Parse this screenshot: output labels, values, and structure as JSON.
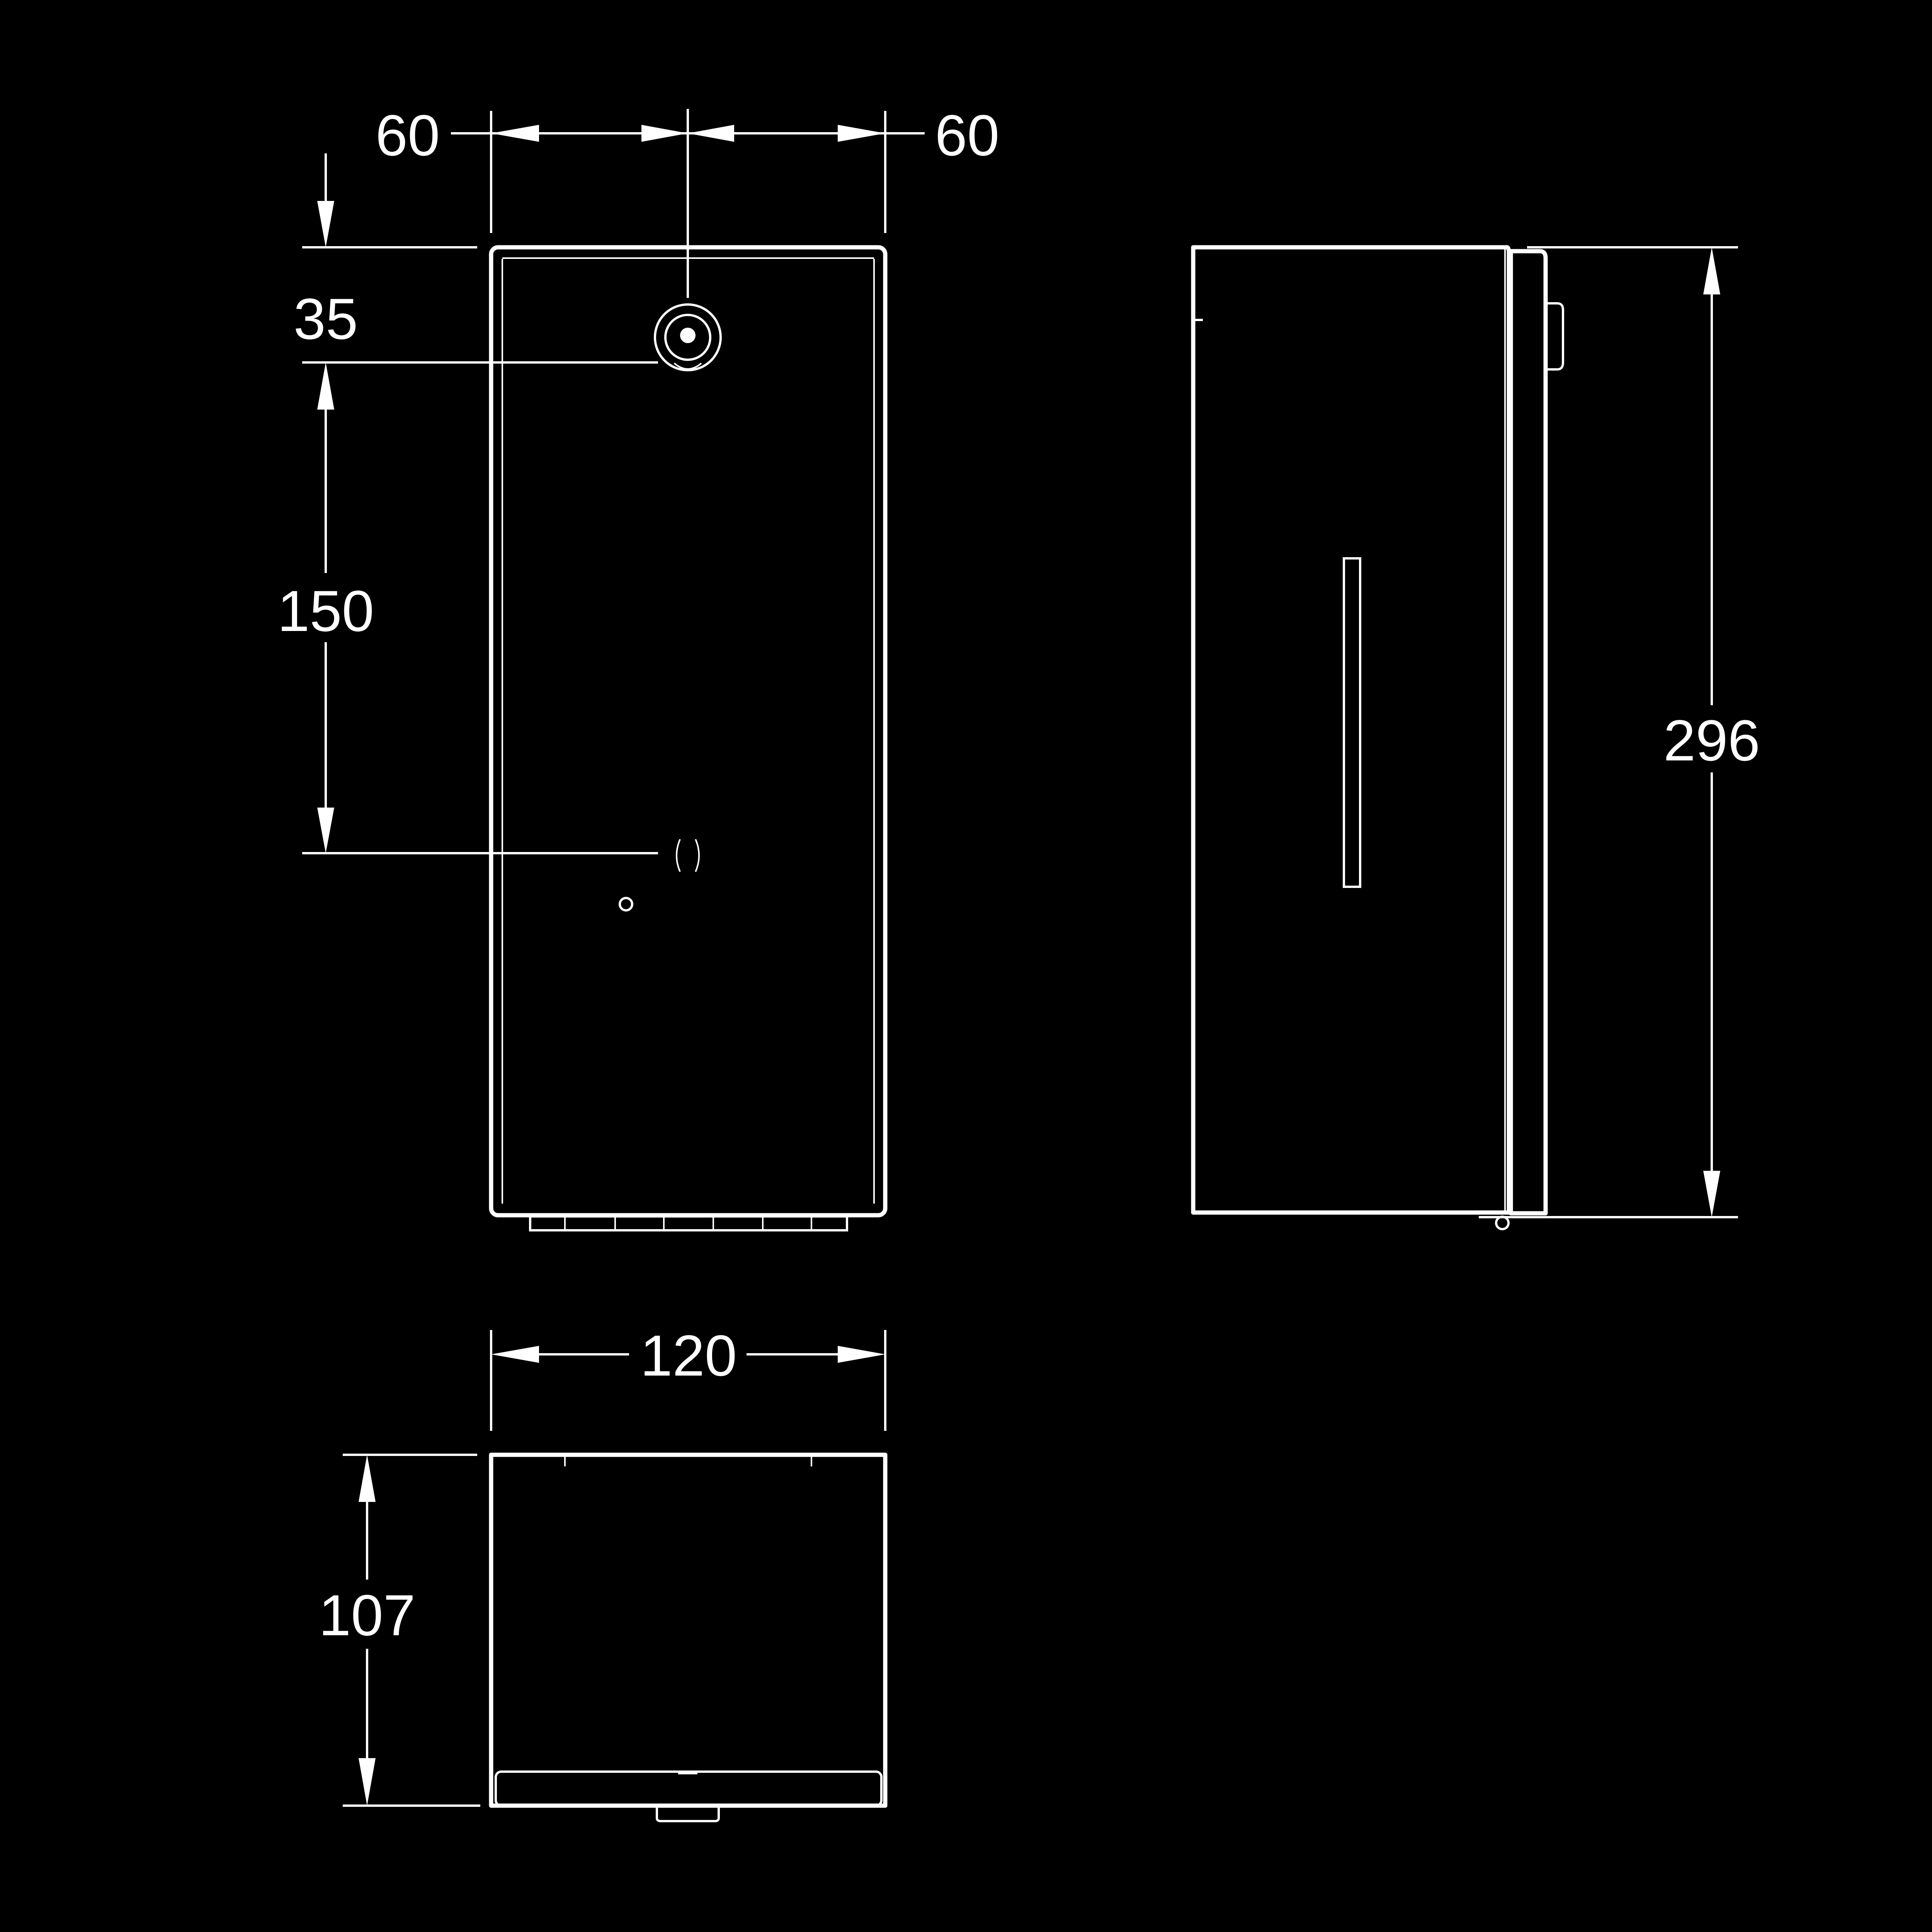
{
  "colors": {
    "background": "#000000",
    "lines": "#ffffff"
  },
  "dimensions": {
    "top_left_offset": "60",
    "top_right_offset": "60",
    "mount_top_offset": "35",
    "mount_hole_spacing": "150",
    "overall_height": "296",
    "overall_width": "120",
    "overall_depth": "107"
  }
}
